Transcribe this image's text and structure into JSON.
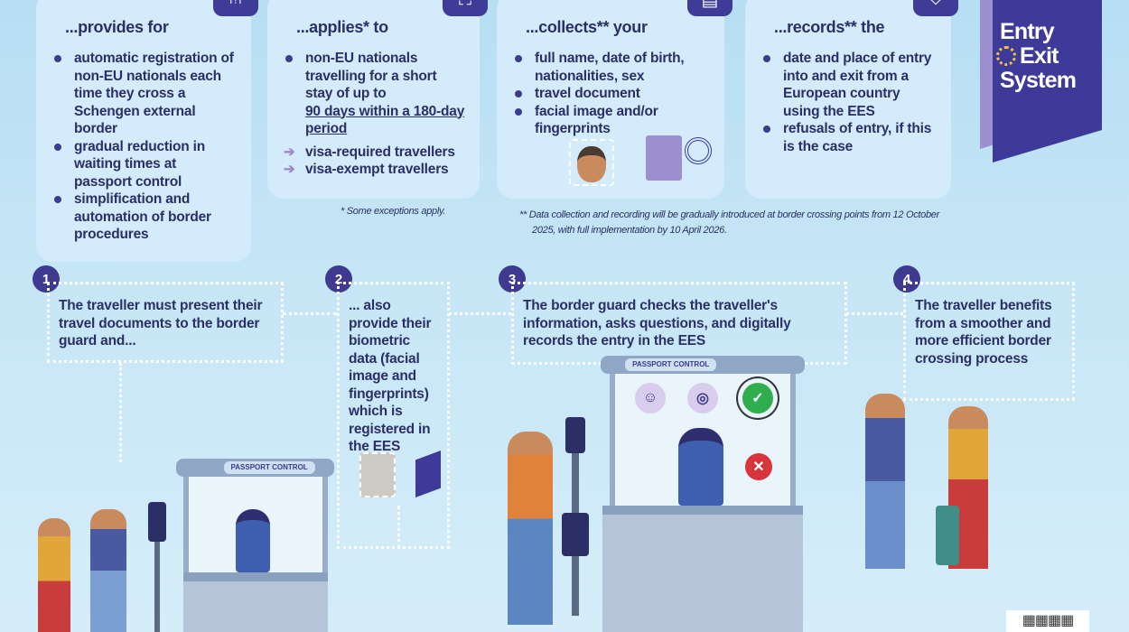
{
  "cards": [
    {
      "title": "...provides for",
      "icon": "network-icon",
      "items": [
        "automatic registration of non-EU nationals each time they cross a Schengen external border",
        "gradual reduction in waiting times at passport control",
        "simplification and automation of border procedures"
      ]
    },
    {
      "title": "...applies* to",
      "icon": "traveller-scan-icon",
      "items": [
        "non-EU nationals travelling for a short stay of up to"
      ],
      "underlined": "90 days within a 180-day period",
      "arrows": [
        "visa-required travellers",
        "visa-exempt travellers"
      ]
    },
    {
      "title": "...collects** your",
      "icon": "document-scan-icon",
      "items": [
        "full name, date of birth, nationalities, sex",
        "travel document",
        "facial image and/or fingerprints"
      ]
    },
    {
      "title": "...records** the",
      "icon": "shield-icon",
      "items": [
        "date and place of entry into and exit from a European country using the EES",
        "refusals of entry, if this is the case"
      ]
    }
  ],
  "notes": {
    "exceptions": "*  Some exceptions apply.",
    "rollout": "** Data collection and recording will be gradually introduced at border crossing points from 12 October 2025, with full implementation by 10 April 2026."
  },
  "logo": {
    "line1": "Entry",
    "line2": "Exit",
    "line3": "System"
  },
  "steps": [
    {
      "number": "1",
      "text": "The traveller must present their travel documents to the border guard and..."
    },
    {
      "number": "2",
      "text": "... also provide their biometric data (facial image and fingerprints) which is registered in the EES"
    },
    {
      "number": "3",
      "text": "The border guard checks the traveller's information, asks questions, and digitally records the entry in the EES"
    },
    {
      "number": "4",
      "text": "The traveller benefits from a smoother and more efficient border crossing process"
    }
  ],
  "booth_sign": "PASSPORT CONTROL",
  "colors": {
    "navy": "#2b2f66",
    "brand": "#3d3a9a",
    "accent": "#9b8fd0",
    "ok": "#2fae4e",
    "reject": "#d8343c"
  }
}
